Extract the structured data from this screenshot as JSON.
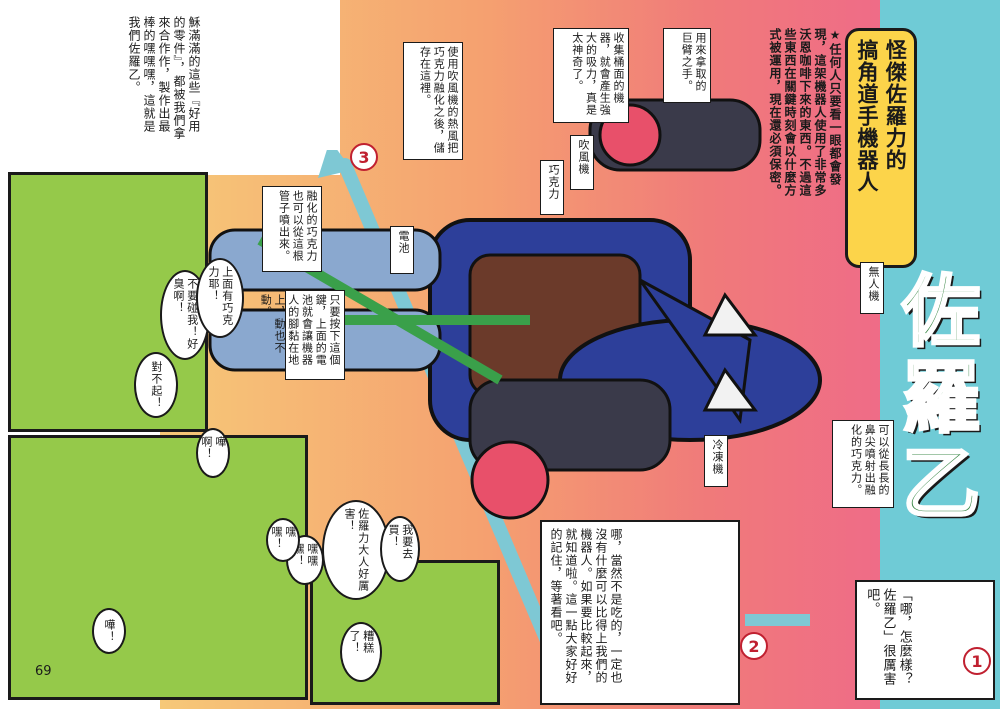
{
  "page_number": "69",
  "title_big": "佐羅乙",
  "title_box": {
    "line1": "怪傑佐羅力的",
    "line2": "搞角道手機器人"
  },
  "intro_text": "★任何人只要看一眼都會發現，這架機器人使用了非常多沃恩咖啡下來的東西。不過這些東西在關鍵時刻會以什麼方式被運用，現在還必須保密。",
  "callouts": {
    "hand": "用來拿取的巨臂之手。",
    "vacuum_desc": "收集桶面的機器，就會產生強大的吸力，真是太神奇了。",
    "vacuum_label": "吹風機",
    "chocolate_label": "巧克力",
    "vacuum_store": "使用吹風機的熱風把巧克力融化之後，儲存在這裡。",
    "drone_label": "無人機",
    "spray": "可以從長長的鼻尖噴射出融化的巧克力。",
    "cooler_label": "冷凍機",
    "battery_label": "電池",
    "feet": "只要按下這個鍵，上面的電池就會讓機器人的腳黏在地上，動也不動。",
    "pipe": "融化的巧克力也可以從這根管子噴出來。"
  },
  "story_texts": {
    "s1": "「哪，怎麼樣？佐羅乙」很厲害吧。",
    "s2": "哪，當然不是吃的，一定也沒有什麼可以比得上我們的機器人。如果要比較起來，就知道啦。這一點大家好好的記住，等著看吧。",
    "s3": "穌滿滿的這些『好用的零件』，都被我們拿來合作作，製作出最棒的嘿嘿嘿，這就是我們佐羅乙。"
  },
  "markers": {
    "m1": "1",
    "m2": "2",
    "m3": "3"
  },
  "speech": {
    "b1": "不要碰我！好臭啊！",
    "b2": "上面有巧克力耶！",
    "b3": "對不起！",
    "b4": "嘩啊！",
    "b5": "佐羅力大人好厲害！",
    "b6": "嘿嘿嘿！",
    "b7": "糟糕了！",
    "b8": "嘩！",
    "b9": "嘿嘿！",
    "b10": "我要去買！"
  },
  "colors": {
    "cyan": "#6fcbd6",
    "pink": "#f06a8a",
    "orange": "#f6a06a",
    "yellow": "#fcd44a",
    "green": "#8dc63f",
    "robot_blue": "#2d3f9a",
    "dark": "#1a1a1a",
    "arrow": "#7ec8d4"
  }
}
